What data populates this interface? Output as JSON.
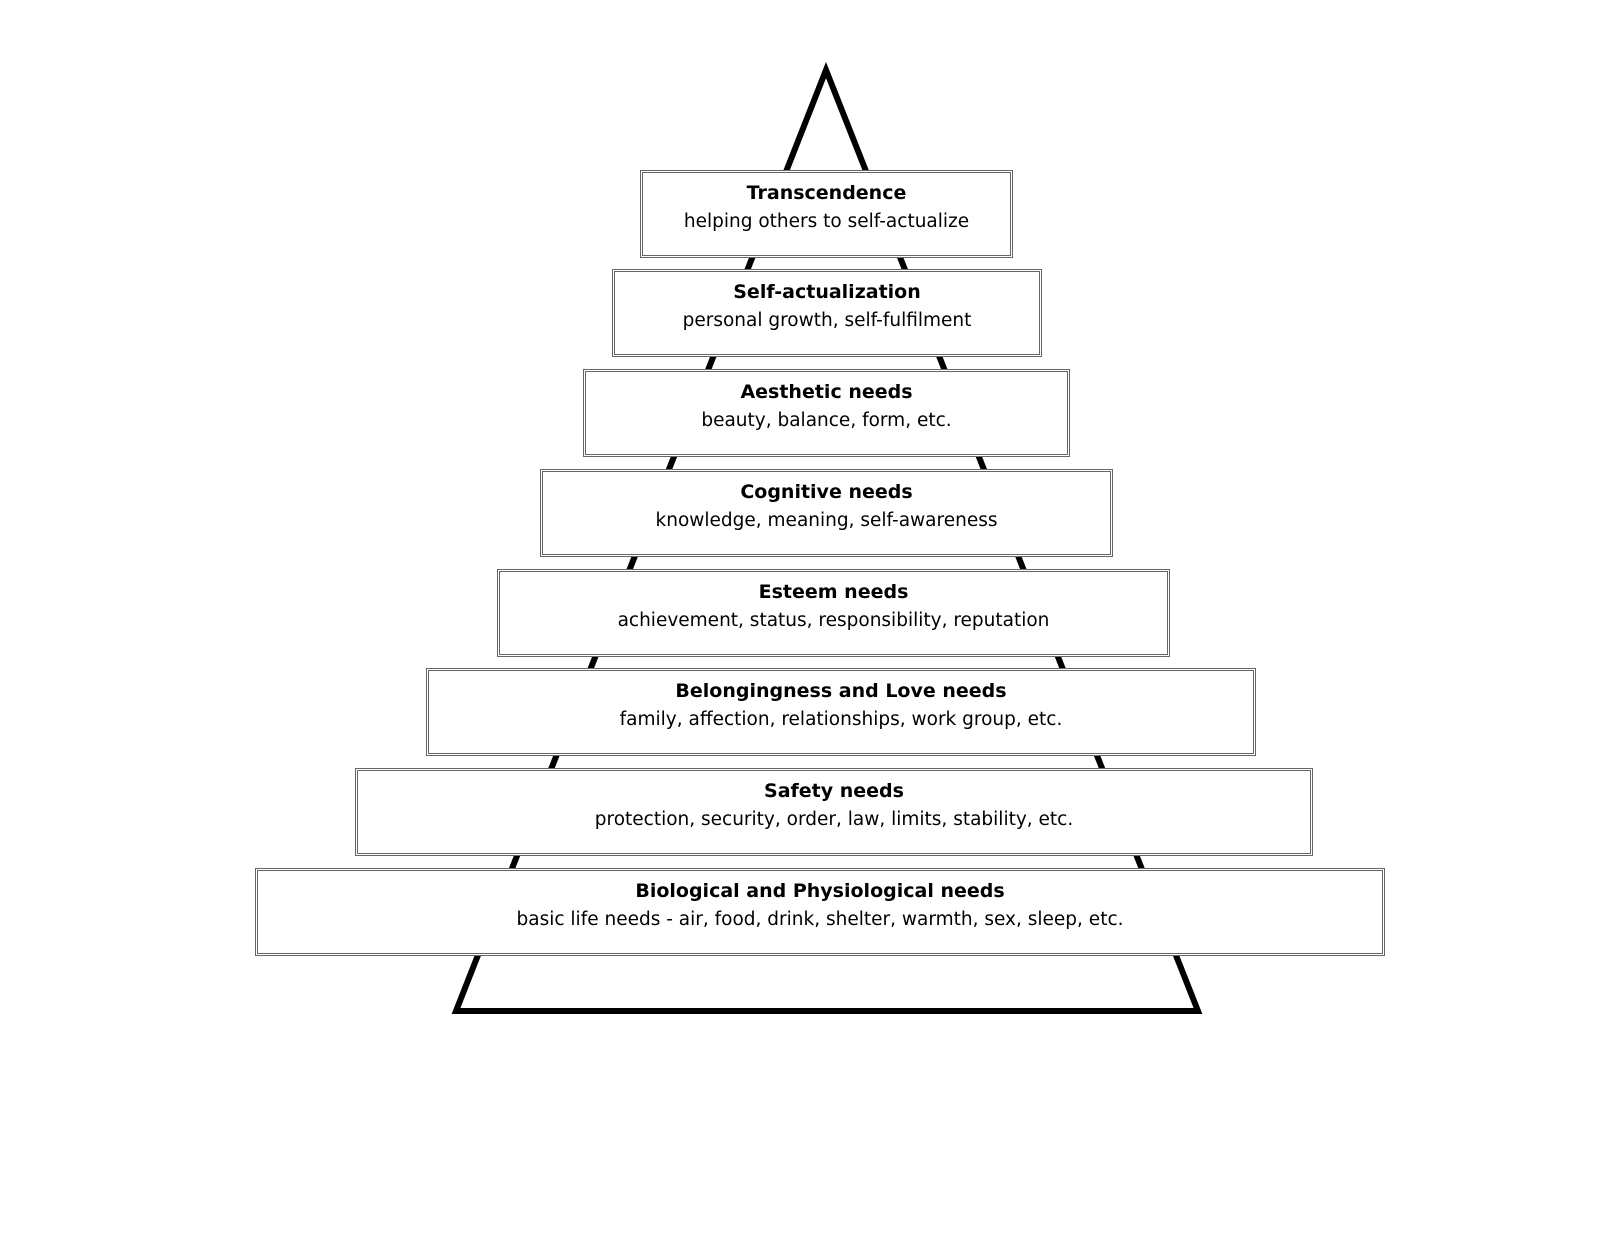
{
  "diagram": {
    "line_color": "#000000",
    "border_color": "#666666",
    "levels": [
      {
        "title": "Transcendence",
        "desc": "helping others to self-actualize"
      },
      {
        "title": "Self-actualization",
        "desc": "personal growth, self-fulfilment"
      },
      {
        "title": "Aesthetic needs",
        "desc": "beauty, balance, form, etc."
      },
      {
        "title": "Cognitive needs",
        "desc": "knowledge, meaning, self-awareness"
      },
      {
        "title": "Esteem needs",
        "desc": "achievement, status, responsibility, reputation"
      },
      {
        "title": "Belongingness and Love needs",
        "desc": "family, affection, relationships, work group, etc."
      },
      {
        "title": "Safety needs",
        "desc": "protection, security, order, law, limits, stability, etc."
      },
      {
        "title": "Biological and Physiological needs",
        "desc": "basic life needs - air, food, drink, shelter, warmth, sex, sleep, etc."
      }
    ]
  }
}
